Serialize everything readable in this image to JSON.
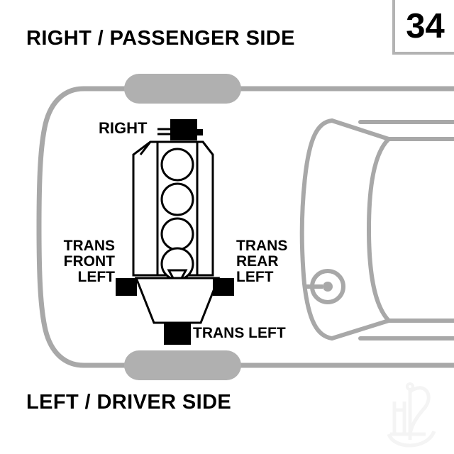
{
  "page": {
    "badge_number": "34",
    "background_color": "#ffffff"
  },
  "headers": {
    "top": "RIGHT / PASSENGER SIDE",
    "bottom": "LEFT / DRIVER SIDE"
  },
  "labels": {
    "right": "RIGHT",
    "trans_front_left": "TRANS\nFRONT\nLEFT",
    "trans_front_left_lines": [
      "TRANS",
      "FRONT",
      "LEFT"
    ],
    "trans_rear_left": "TRANS\nREAR\nLEFT",
    "trans_rear_left_lines": [
      "TRANS",
      "REAR",
      "LEFT"
    ],
    "trans_left": "TRANS LEFT"
  },
  "diagram": {
    "title": "engine-and-transmission-mount-location-diagram",
    "view": "top-down vehicle engine bay",
    "colors": {
      "outline_gray": "#a8a8a8",
      "wheel_gray": "#b0b0b0",
      "mount_black": "#000000",
      "part_stroke": "#000000",
      "part_fill": "#ffffff",
      "watermark": "#f7f7f7"
    },
    "components": [
      {
        "name": "front-wheel-passenger",
        "type": "wheel",
        "shape": "rounded-rect"
      },
      {
        "name": "rear-wheel-driver",
        "type": "wheel",
        "shape": "rounded-rect"
      },
      {
        "name": "engine-block",
        "type": "engine",
        "cylinders": 4
      },
      {
        "name": "transmission",
        "type": "transmission",
        "shape": "trapezoid"
      },
      {
        "name": "mount-right",
        "type": "mount",
        "fill": "black"
      },
      {
        "name": "mount-trans-front-left",
        "type": "mount",
        "fill": "black"
      },
      {
        "name": "mount-trans-rear-left",
        "type": "mount",
        "fill": "black"
      },
      {
        "name": "mount-trans-left",
        "type": "mount",
        "fill": "black"
      },
      {
        "name": "vehicle-body-outline",
        "type": "outline"
      },
      {
        "name": "firewall-cabin-outline",
        "type": "outline"
      },
      {
        "name": "steering-column-hub",
        "type": "hub"
      }
    ]
  }
}
